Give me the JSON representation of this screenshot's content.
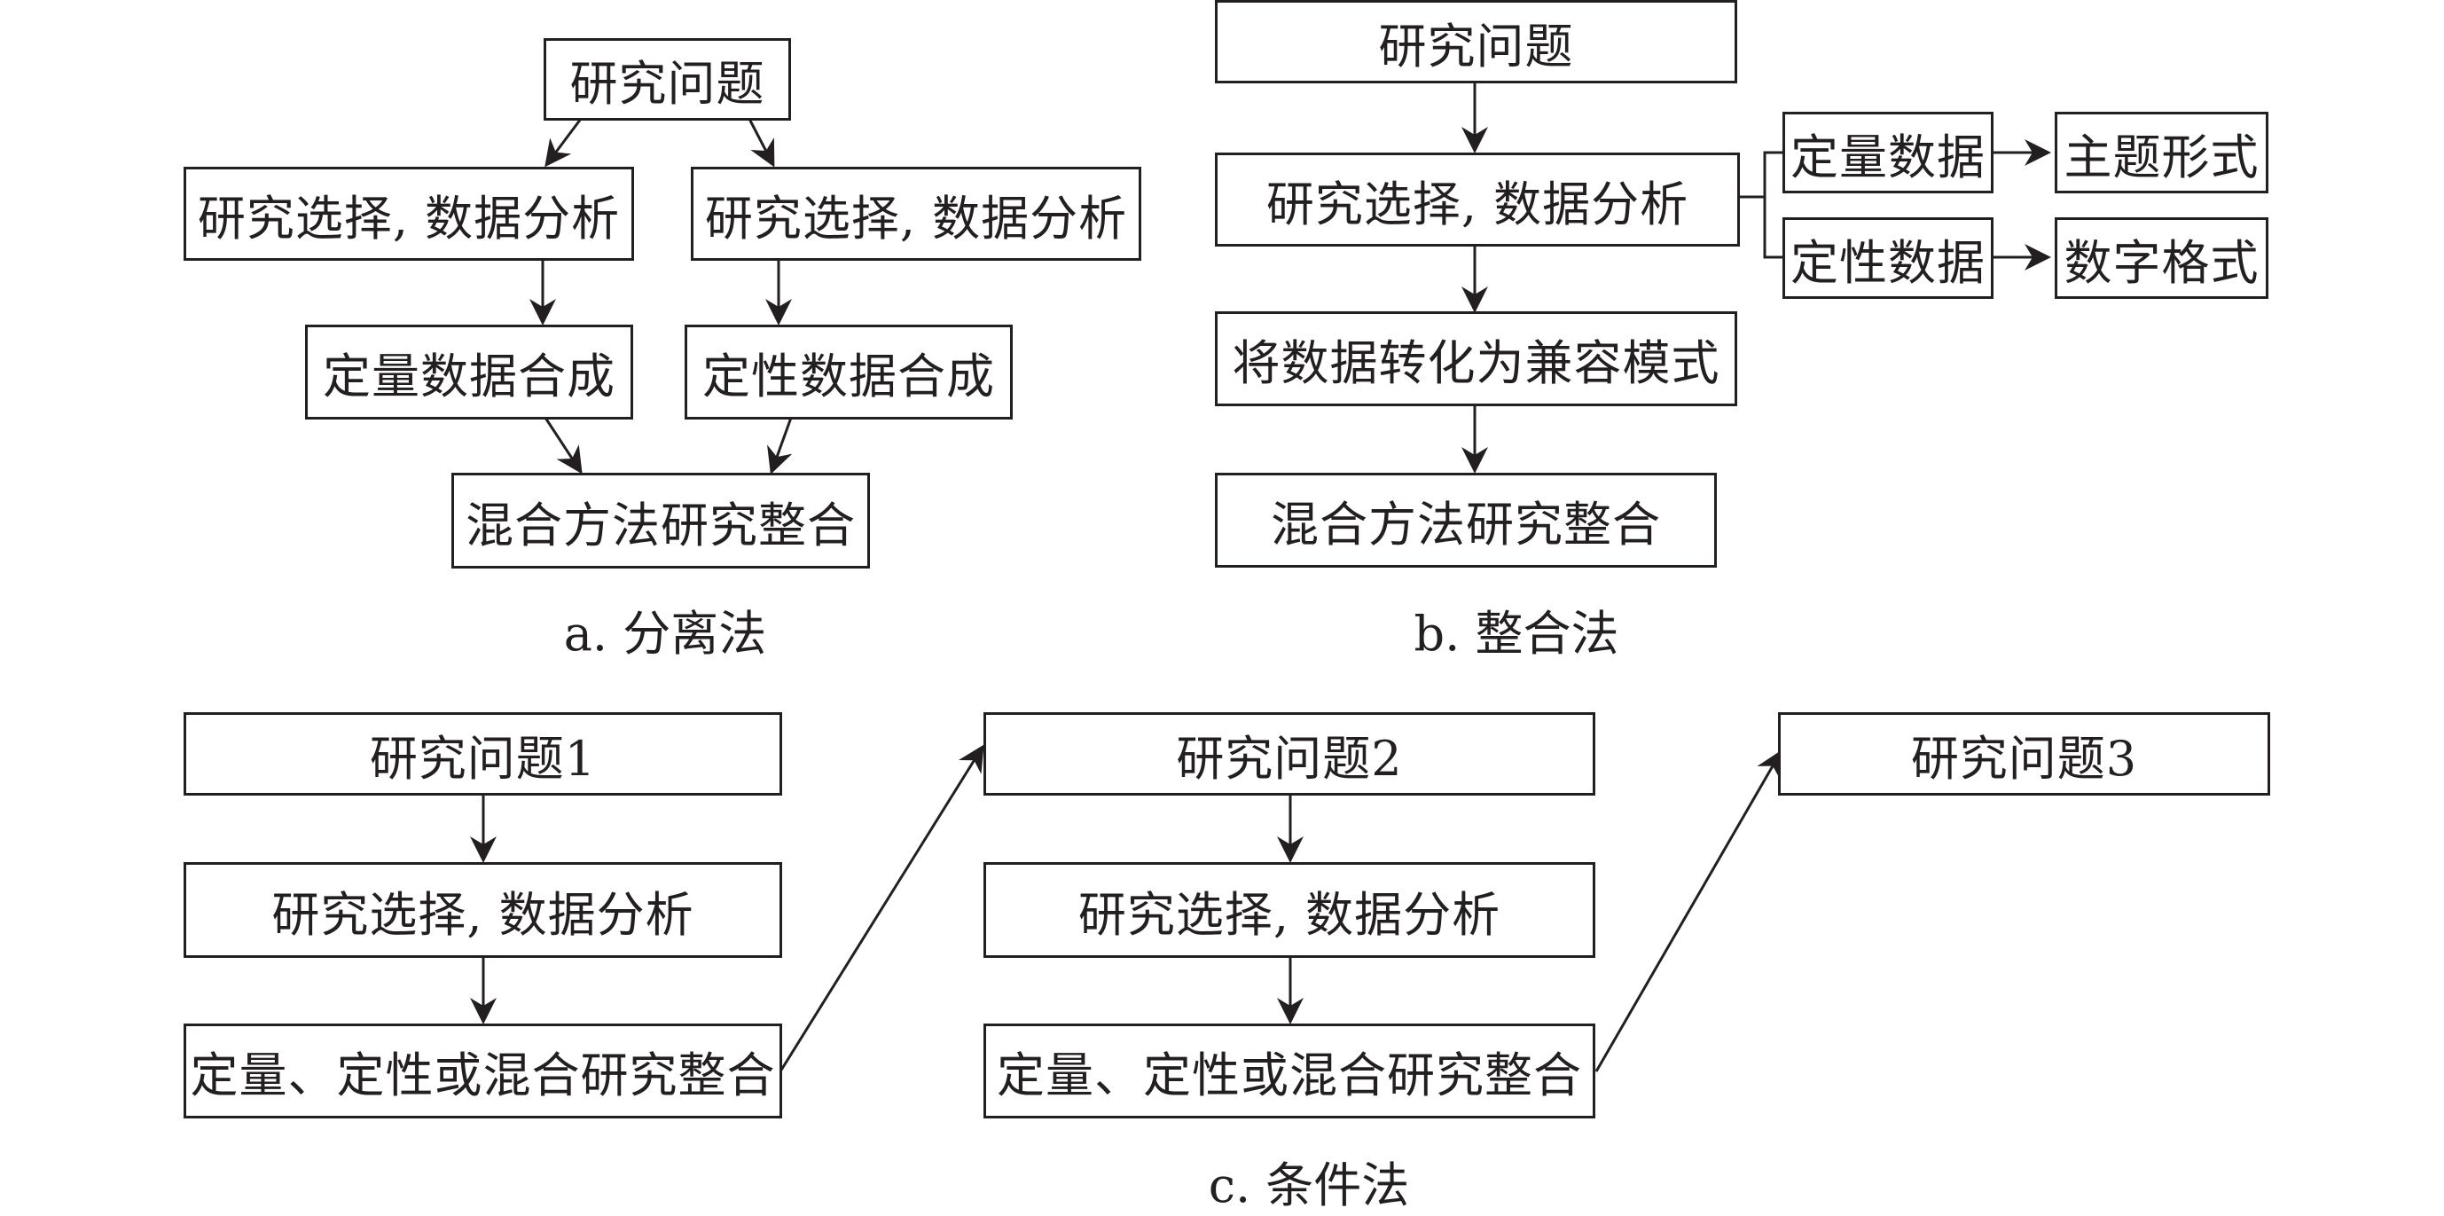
{
  "diagram_a": {
    "caption": "a. 分离法",
    "question": "研究问题",
    "analysis_left": "研究选择, 数据分析",
    "analysis_right": "研究选择, 数据分析",
    "synth_quant": "定量数据合成",
    "synth_qual": "定性数据合成",
    "integration": "混合方法研究整合"
  },
  "diagram_b": {
    "caption": "b. 整合法",
    "question": "研究问题",
    "analysis": "研究选择, 数据分析",
    "quant_data": "定量数据",
    "qual_data": "定性数据",
    "theme_form": "主题形式",
    "number_format": "数字格式",
    "convert": "将数据转化为兼容模式",
    "integration": "混合方法研究整合"
  },
  "diagram_c": {
    "caption": "c. 条件法",
    "question_1": "研究问题1",
    "analysis_1": "研究选择, 数据分析",
    "integration_1": "定量、定性或混合研究整合",
    "question_2": "研究问题2",
    "analysis_2": "研究选择, 数据分析",
    "integration_2": "定量、定性或混合研究整合",
    "question_3": "研究问题3"
  }
}
